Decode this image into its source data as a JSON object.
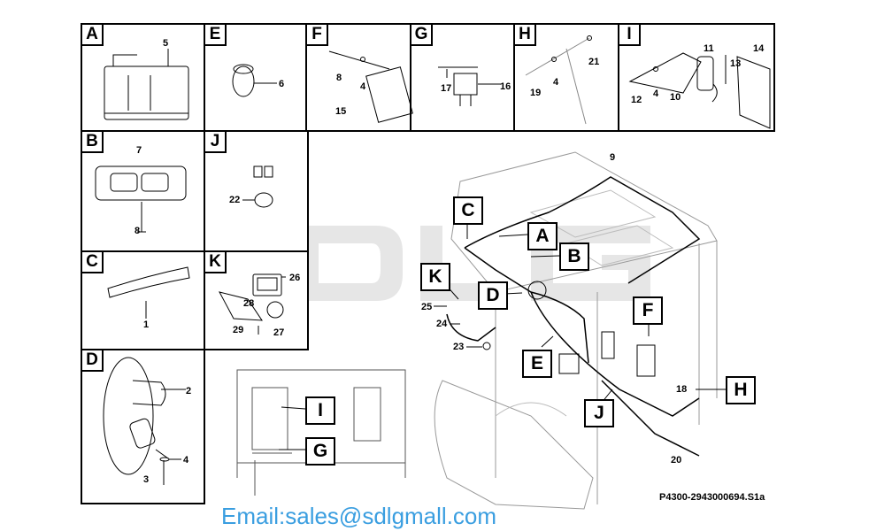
{
  "panels": [
    {
      "letter": "A",
      "parts": [
        "5"
      ]
    },
    {
      "letter": "E",
      "parts": [
        "6"
      ]
    },
    {
      "letter": "F",
      "parts": [
        "8",
        "4",
        "15"
      ]
    },
    {
      "letter": "G",
      "parts": [
        "17",
        "16"
      ]
    },
    {
      "letter": "H",
      "parts": [
        "19",
        "4",
        "21"
      ]
    },
    {
      "letter": "I",
      "parts": [
        "11",
        "14",
        "13",
        "12",
        "4",
        "10"
      ]
    },
    {
      "letter": "B",
      "parts": [
        "7",
        "8"
      ]
    },
    {
      "letter": "J",
      "parts": [
        "22"
      ]
    },
    {
      "letter": "C",
      "parts": [
        "1"
      ]
    },
    {
      "letter": "K",
      "parts": [
        "26",
        "28",
        "29",
        "27"
      ]
    },
    {
      "letter": "D",
      "parts": [
        "2",
        "4",
        "3"
      ]
    }
  ],
  "callouts": [
    "A",
    "B",
    "C",
    "K",
    "D",
    "E",
    "F",
    "J",
    "H",
    "I",
    "G"
  ],
  "main_parts": [
    "9",
    "25",
    "24",
    "23",
    "18",
    "20"
  ],
  "caption": "P4300-2943000694.S1a",
  "watermark": "Email:sales@sdlgmall.com",
  "logo": "SDLG"
}
